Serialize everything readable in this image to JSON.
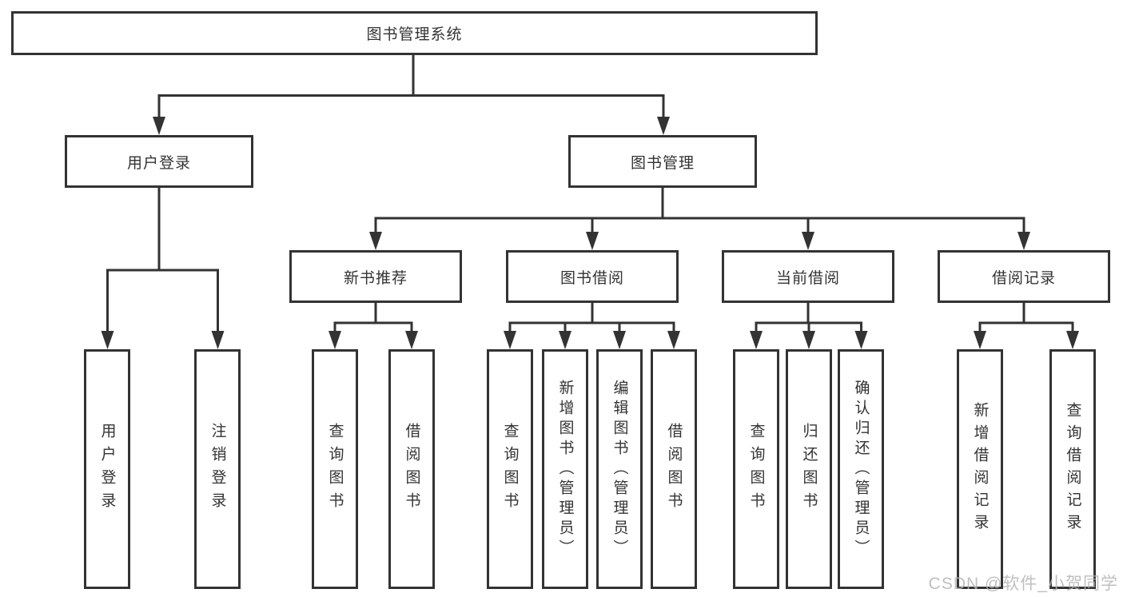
{
  "page": {
    "background": "#ffffff",
    "line_color": "#333333",
    "text_color": "#333333"
  },
  "diagram": {
    "root": {
      "label": "图书管理系统"
    },
    "branches": [
      {
        "id": "user-login",
        "label": "用户登录"
      },
      {
        "id": "book-management",
        "label": "图书管理"
      }
    ],
    "modules": [
      {
        "id": "new-book-recommend",
        "label": "新书推荐",
        "parent": "book-management"
      },
      {
        "id": "book-borrow",
        "label": "图书借阅",
        "parent": "book-management"
      },
      {
        "id": "current-borrow",
        "label": "当前借阅",
        "parent": "book-management"
      },
      {
        "id": "borrow-records",
        "label": "借阅记录",
        "parent": "book-management"
      }
    ],
    "leaves": [
      {
        "id": "user-login-leaf",
        "label": "用户登录",
        "parent": "user-login"
      },
      {
        "id": "logout-leaf",
        "label": "注销登录",
        "parent": "user-login"
      },
      {
        "id": "nb-query-book",
        "label": "查询图书",
        "parent": "new-book-recommend"
      },
      {
        "id": "nb-borrow-book",
        "label": "借阅图书",
        "parent": "new-book-recommend"
      },
      {
        "id": "bb-query-book",
        "label": "查询图书",
        "parent": "book-borrow"
      },
      {
        "id": "bb-add-book",
        "label": "新增图书（管理员）",
        "parent": "book-borrow"
      },
      {
        "id": "bb-edit-book",
        "label": "编辑图书（管理员）",
        "parent": "book-borrow"
      },
      {
        "id": "bb-borrow-book",
        "label": "借阅图书",
        "parent": "book-borrow"
      },
      {
        "id": "cb-query-book",
        "label": "查询图书",
        "parent": "current-borrow"
      },
      {
        "id": "cb-return-book",
        "label": "归还图书",
        "parent": "current-borrow"
      },
      {
        "id": "cb-confirm-return",
        "label": "确认归还（管理员）",
        "parent": "current-borrow"
      },
      {
        "id": "br-add-record",
        "label": "新增借阅记录",
        "parent": "borrow-records"
      },
      {
        "id": "br-query-record",
        "label": "查询借阅记录",
        "parent": "borrow-records"
      }
    ]
  },
  "watermark": {
    "text": "CSDN @软件_小贺同学",
    "color": "#b4b4b4"
  }
}
